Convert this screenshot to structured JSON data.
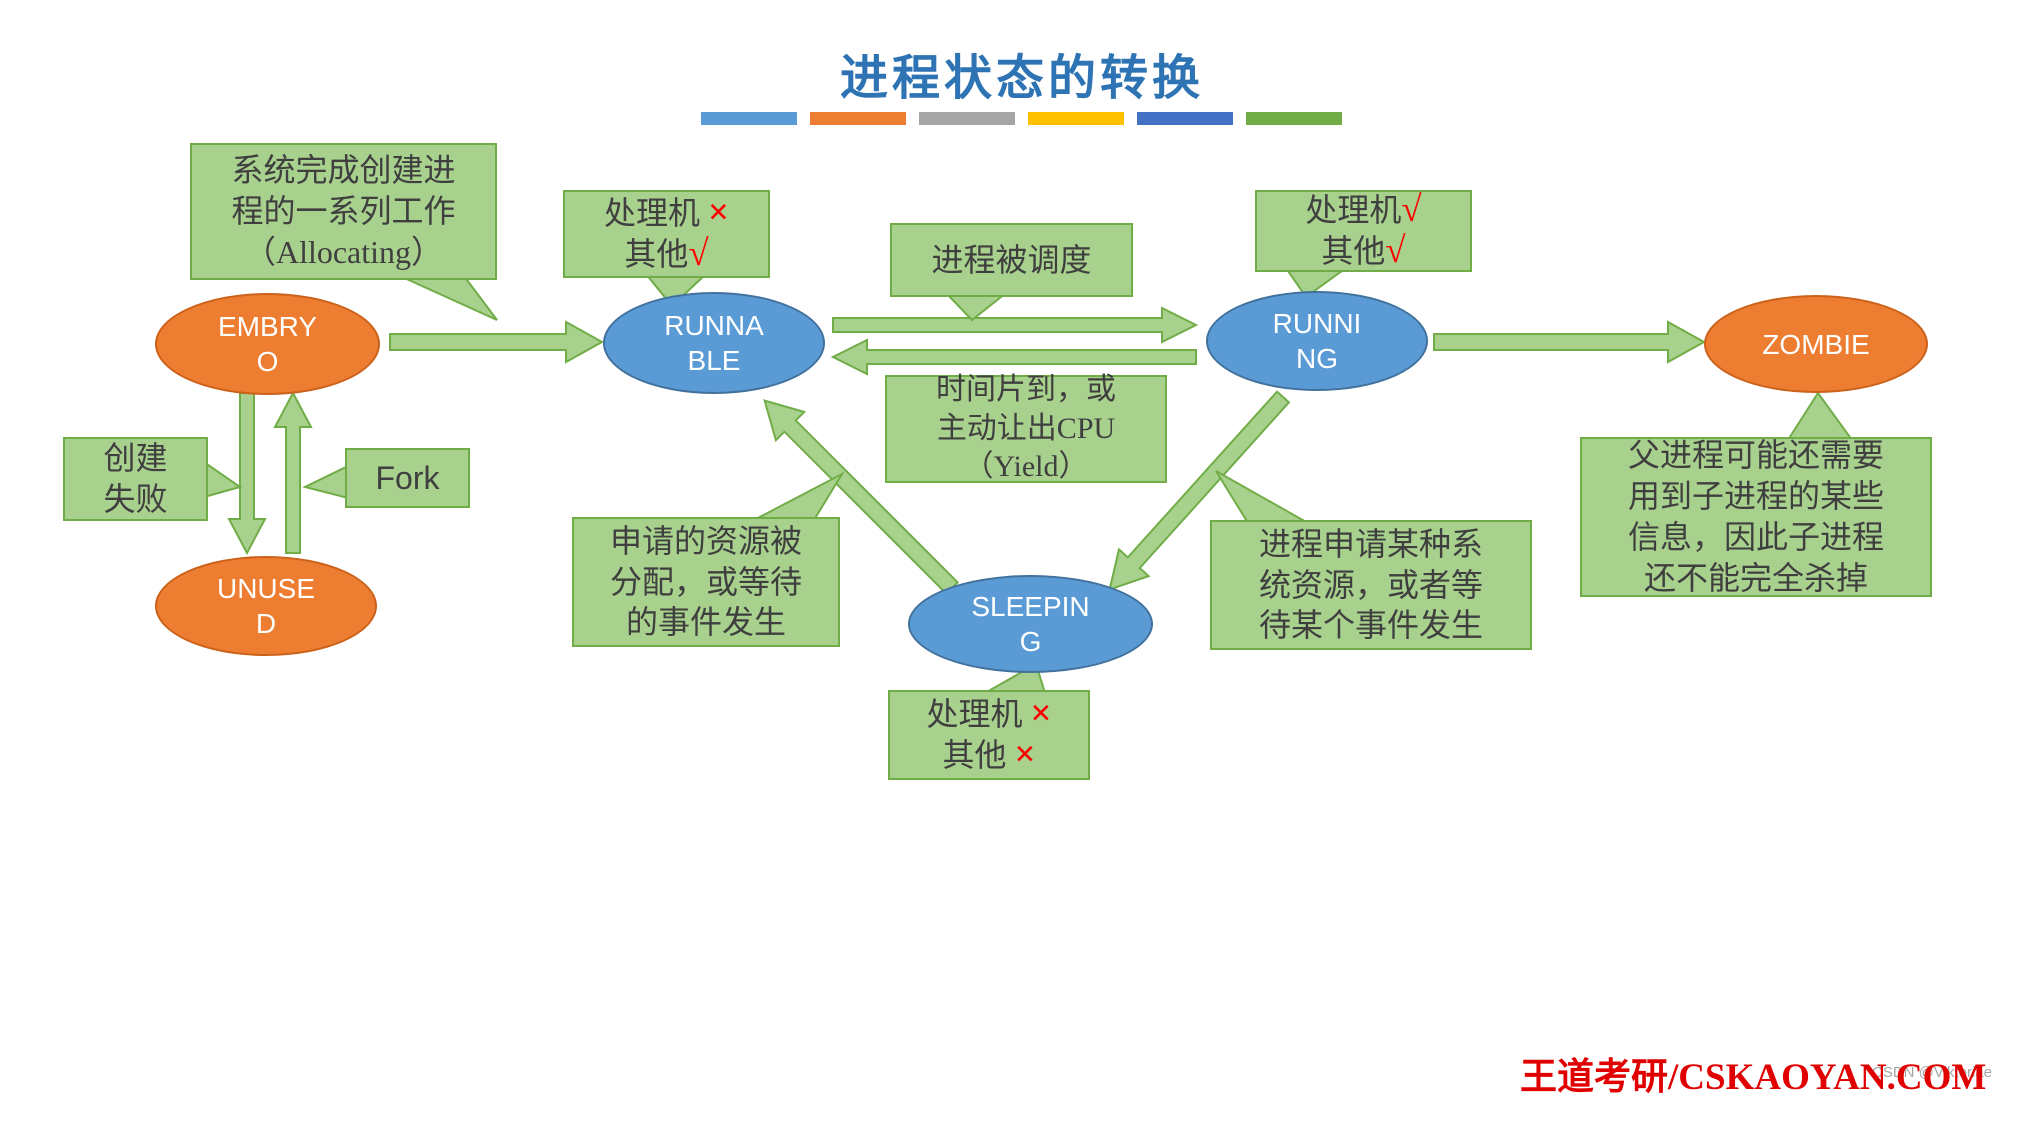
{
  "title": "进程状态的转换",
  "legend": {
    "colors": [
      "#5B9BD5",
      "#ED7D31",
      "#A5A5A5",
      "#FFC000",
      "#4472C4",
      "#70AD47"
    ]
  },
  "states": {
    "embryo": [
      "EMBRY",
      "O"
    ],
    "runnable": [
      "RUNNA",
      "BLE"
    ],
    "running": [
      "RUNNI",
      "NG"
    ],
    "zombie": [
      "ZOMBIE"
    ],
    "unused": [
      "UNUSE",
      "D"
    ],
    "sleeping": [
      "SLEEPIN",
      "G"
    ]
  },
  "callouts": {
    "allocating": [
      "系统完成创建进",
      "程的一系列工作",
      "（Allocating）"
    ],
    "runnable_cpu": [
      {
        "t": "处理机 ",
        "m": "×"
      },
      {
        "t": "其他",
        "m": "√"
      }
    ],
    "scheduled": [
      "进程被调度"
    ],
    "running_cpu": [
      {
        "t": "处理机",
        "m": "√"
      },
      {
        "t": "其他",
        "m": "√"
      }
    ],
    "create_fail": [
      "创建",
      "失败"
    ],
    "fork": [
      "Fork"
    ],
    "yield": [
      "时间片到，或",
      "主动让出CPU",
      "（Yield）"
    ],
    "resource_allocated": [
      "申请的资源被",
      "分配，或等待",
      "的事件发生"
    ],
    "request_resource": [
      "进程申请某种系",
      "统资源，或者等",
      "待某个事件发生"
    ],
    "zombie_note": [
      "父进程可能还需要",
      "用到子进程的某些",
      "信息，因此子进程",
      "还不能完全杀掉"
    ],
    "sleeping_cpu": [
      {
        "t": "处理机 ",
        "m": "×"
      },
      {
        "t": "其他 ",
        "m": "×"
      }
    ]
  },
  "footer": {
    "brand": "王道考研/CSKAOYAN.COM",
    "watermark": "CSDN @Viktoriae"
  },
  "colors": {
    "title-blue": "#2E74B5",
    "orange-fill": "#ED7D31",
    "orange-stroke": "#CC6119",
    "blue-fill": "#5B9BD5",
    "blue-stroke": "#41719C",
    "green-fill": "#A9D18E",
    "green-stroke": "#70AD47",
    "text-dark": "#3F3F3F",
    "mark-red": "#FF0000",
    "brand-red": "#E00000",
    "watermark-gray": "#A6A6A6"
  }
}
